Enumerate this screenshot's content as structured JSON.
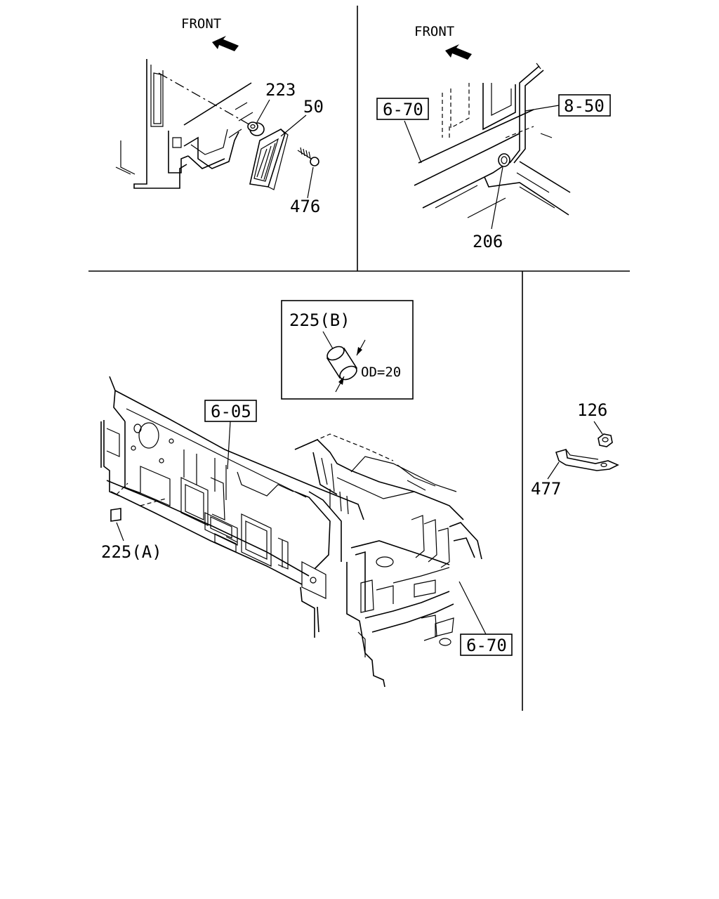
{
  "panels": {
    "top_left": {
      "front_label": "FRONT",
      "callouts": {
        "p223": "223",
        "p50": "50",
        "p476": "476"
      }
    },
    "top_right": {
      "front_label": "FRONT",
      "refs": {
        "r670": "6-70",
        "r850": "8-50"
      },
      "callouts": {
        "p206": "206"
      }
    },
    "main": {
      "detail_label": "225(B)",
      "detail_dim": "OD=20",
      "refs": {
        "r605": "6-05",
        "r670": "6-70"
      },
      "callouts": {
        "p225a": "225(A)"
      }
    },
    "right": {
      "callouts": {
        "p126": "126",
        "p477": "477"
      }
    }
  }
}
